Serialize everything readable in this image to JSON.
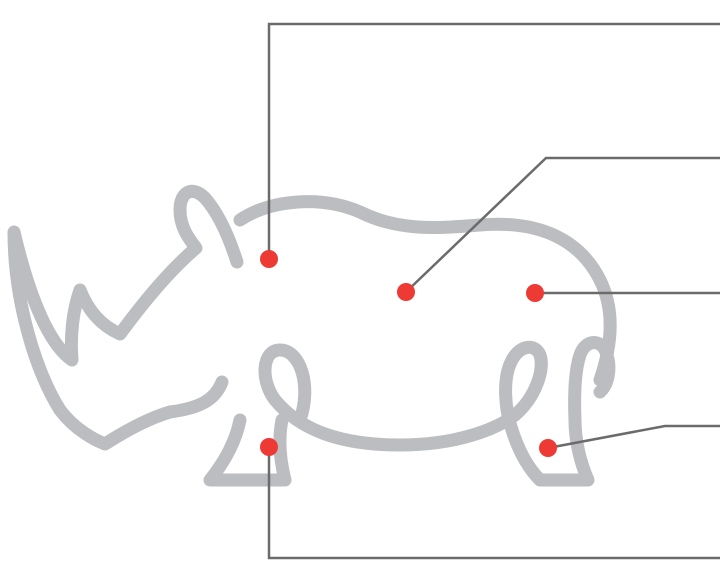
{
  "colors": {
    "background": "#ffffff",
    "outline": "#bcbdc0",
    "callout_dot": "#ee3a34",
    "leader_line": "#6b6b6b"
  },
  "illustration": {
    "subject": "rhino-outline-icon"
  },
  "callouts": [
    {
      "id": "ear"
    },
    {
      "id": "body"
    },
    {
      "id": "rear-body"
    },
    {
      "id": "hind-leg"
    },
    {
      "id": "front-leg"
    }
  ]
}
